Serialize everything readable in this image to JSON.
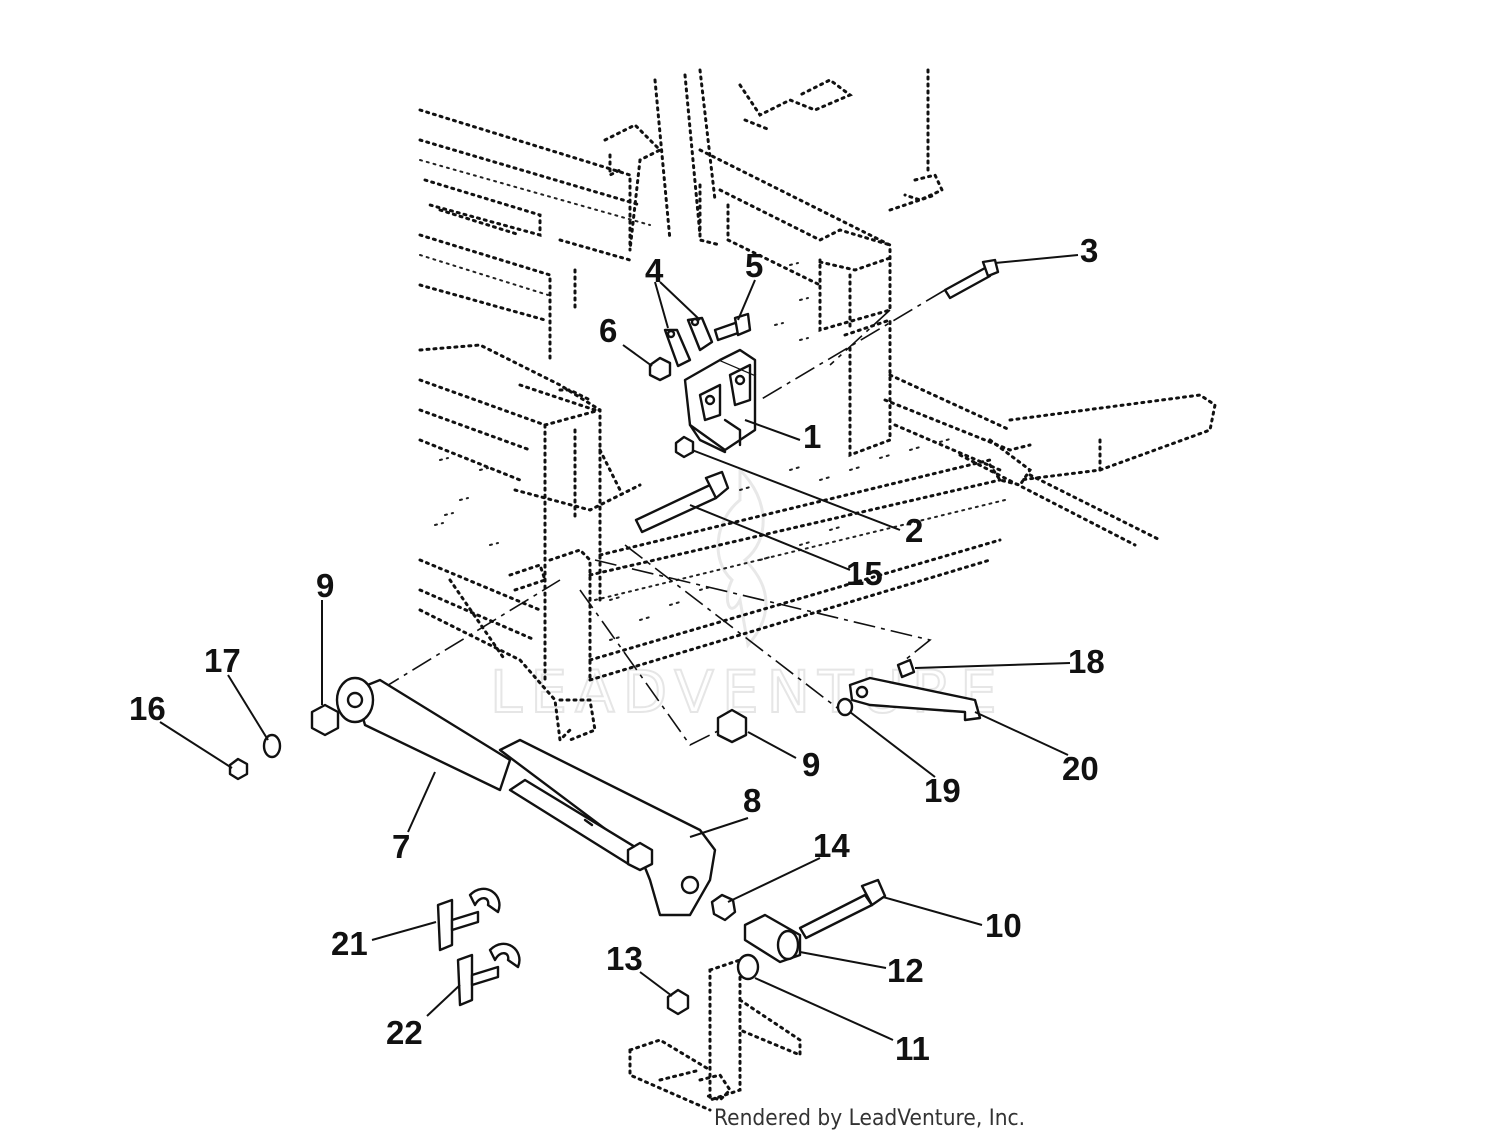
{
  "diagram": {
    "watermark": "LEADVENTURE",
    "credit": "Rendered by LeadVenture, Inc.",
    "callouts": [
      "1",
      "2",
      "3",
      "4",
      "5",
      "6",
      "7",
      "8",
      "9",
      "9",
      "10",
      "11",
      "12",
      "13",
      "14",
      "15",
      "16",
      "17",
      "18",
      "19",
      "20",
      "21",
      "22"
    ]
  }
}
